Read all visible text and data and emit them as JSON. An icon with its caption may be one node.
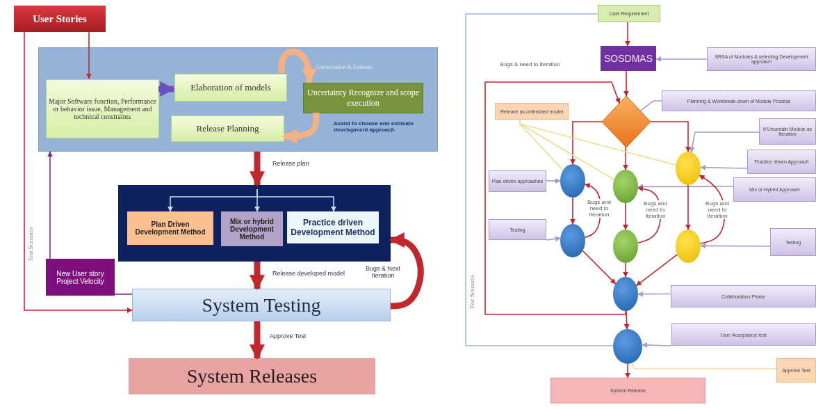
{
  "diagram": {
    "nodes": [
      {
        "text": [
          "User Stories"
        ]
      },
      {
        "text": [],
        "shape": "box"
      },
      {
        "text": [
          "Major Software function, Performance or behavior issue, Management and technical constraints"
        ],
        "in": 1
      },
      {
        "text": [
          "Elaboration of models"
        ],
        "in": 1
      },
      {
        "text": [
          "Release Planning"
        ],
        "in": 1
      },
      {
        "text": [
          "Uncertainty Recognize and scope execution"
        ],
        "in": 1
      },
      {
        "text": [],
        "shape": "box"
      },
      {
        "text": [
          "Plan Driven Development Method"
        ],
        "in": 6
      },
      {
        "text": [
          "Mix or hybrid Development Method"
        ],
        "in": 6
      },
      {
        "text": [
          "Practice driven Development Method"
        ],
        "in": 6
      },
      {
        "text": [
          "New User story Project Velocity"
        ]
      },
      {
        "text": [
          "System Testing"
        ]
      },
      {
        "text": [
          "System Releases"
        ]
      },
      {
        "text": [
          "User Requirement"
        ]
      },
      {
        "text": [
          "SOSDMAS"
        ]
      },
      {
        "text": [
          "SRSA of Modules & selecting Development approach"
        ]
      },
      {
        "text": [],
        "shape": "diamond"
      },
      {
        "text": [
          "Planning & Workbreak-down of Module Process"
        ]
      },
      {
        "text": [
          "Release as unfinished model"
        ]
      },
      {
        "text": [
          "If Uncertain Module as Iteration"
        ]
      },
      {
        "text": [
          "Practice driven Approach"
        ]
      },
      {
        "text": [
          "Plan driven approaches"
        ]
      },
      {
        "text": [],
        "shape": "circle"
      },
      {
        "text": [],
        "shape": "circle"
      },
      {
        "text": [],
        "shape": "circle"
      },
      {
        "text": [
          "Mix or Hybrid Approach"
        ]
      },
      {
        "text": [
          "Testing"
        ]
      },
      {
        "text": [],
        "shape": "circle"
      },
      {
        "text": [],
        "shape": "circle"
      },
      {
        "text": [],
        "shape": "circle"
      },
      {
        "text": [
          "Testing"
        ]
      },
      {
        "text": [],
        "shape": "circle"
      },
      {
        "text": [
          "Collaboration Phase"
        ]
      },
      {
        "text": [],
        "shape": "circle"
      },
      {
        "text": [
          "User Acceptance test"
        ]
      },
      {
        "text": [
          "Approve Test"
        ]
      },
      {
        "text": [
          "System Release"
        ]
      }
    ],
    "edges": [
      {
        "from": 0,
        "to": 2,
        "arrow": "to"
      },
      {
        "from": 0,
        "to": 11,
        "arrow": "to"
      },
      {
        "from": 2,
        "to": 3,
        "arrow": "to",
        "style": "thick",
        "color": "#6a4fc0"
      },
      {
        "from": 3,
        "to": 5,
        "arrow": "to",
        "style": "thick",
        "color": "#f4b183"
      },
      {
        "from": 5,
        "to": 4,
        "arrow": "to",
        "style": "thick",
        "color": "#f4b183"
      },
      {
        "from": 1,
        "to": 6,
        "arrow": "to",
        "style": "thick",
        "label": "Release plan"
      },
      {
        "from": null,
        "to": 7,
        "arrow": "to",
        "color": "#c5d5f0"
      },
      {
        "from": null,
        "to": 8,
        "arrow": "to",
        "color": "#c5d5f0"
      },
      {
        "from": null,
        "to": 9,
        "arrow": "to",
        "color": "#c5d5f0"
      },
      {
        "from": 6,
        "to": 11,
        "arrow": "to",
        "style": "thick",
        "label": "Release developed model"
      },
      {
        "from": 11,
        "to": 6,
        "arrow": "to",
        "style": "thick",
        "label": "Bugs & Next Iteration"
      },
      {
        "from": 10,
        "to": 1,
        "arrow": "to",
        "color": "#7b2c8e"
      },
      {
        "from": 11,
        "to": 10,
        "arrow": "none",
        "color": "#7b2c8e"
      },
      {
        "from": 11,
        "to": 12,
        "arrow": "to",
        "style": "thick",
        "label": "Approve Test"
      },
      {
        "from": 13,
        "to": 14,
        "arrow": "to"
      },
      {
        "from": 15,
        "to": 14,
        "arrow": "to",
        "color": "#a99bcf"
      },
      {
        "from": 14,
        "to": 16,
        "arrow": "to"
      },
      {
        "from": 17,
        "to": 16,
        "arrow": "none",
        "color": "#a99bcf"
      },
      {
        "from": 16,
        "to": 22,
        "arrow": "to"
      },
      {
        "from": 16,
        "to": 23,
        "arrow": "to"
      },
      {
        "from": 16,
        "to": 24,
        "arrow": "to"
      },
      {
        "from": 18,
        "to": 22,
        "arrow": "none",
        "color": "#e9df8a"
      },
      {
        "from": 18,
        "to": 23,
        "arrow": "none",
        "color": "#e9df8a"
      },
      {
        "from": 18,
        "to": 24,
        "arrow": "none",
        "color": "#e9df8a"
      },
      {
        "from": 19,
        "to": 24,
        "arrow": "to",
        "color": "#a99bcf"
      },
      {
        "from": 20,
        "to": 24,
        "arrow": "to",
        "color": "#a99bcf"
      },
      {
        "from": 21,
        "to": 22,
        "arrow": "to",
        "color": "#a99bcf"
      },
      {
        "from": 25,
        "to": 23,
        "arrow": "to",
        "color": "#a99bcf"
      },
      {
        "from": 22,
        "to": 27,
        "arrow": "to"
      },
      {
        "from": 23,
        "to": 28,
        "arrow": "to"
      },
      {
        "from": 24,
        "to": 29,
        "arrow": "to"
      },
      {
        "from": 26,
        "to": 27,
        "arrow": "to",
        "color": "#a99bcf"
      },
      {
        "from": 30,
        "to": 29,
        "arrow": "to",
        "color": "#a99bcf"
      },
      {
        "from": 27,
        "to": 22,
        "arrow": "to",
        "label": "Bugs and need to Iteration"
      },
      {
        "from": 28,
        "to": 23,
        "arrow": "to",
        "label": "Bugs and need to Iteration"
      },
      {
        "from": 29,
        "to": 24,
        "arrow": "to",
        "label": "Bugs and need to Iteration"
      },
      {
        "from": 27,
        "to": 31,
        "arrow": "to"
      },
      {
        "from": 28,
        "to": 31,
        "arrow": "to"
      },
      {
        "from": 29,
        "to": 31,
        "arrow": "to"
      },
      {
        "from": 32,
        "to": 31,
        "arrow": "to",
        "color": "#a99bcf"
      },
      {
        "from": 31,
        "to": 33,
        "arrow": "to"
      },
      {
        "from": 34,
        "to": 33,
        "arrow": "to",
        "color": "#a99bcf"
      },
      {
        "from": 33,
        "to": 36,
        "arrow": "to"
      },
      {
        "from": 35,
        "to": 33,
        "arrow": "none",
        "color": "#f5d7a8"
      },
      {
        "from": 31,
        "to": 16,
        "arrow": "to",
        "label": "Bugs & need to Iteration"
      },
      {
        "from": 13,
        "to": 33,
        "arrow": "none",
        "color": "#9fb8d4"
      }
    ],
    "labels": [
      "Conversation & Estimate",
      "Assist to choose and estimate development approach",
      "Test Scenario",
      "Test Scenario"
    ]
  }
}
